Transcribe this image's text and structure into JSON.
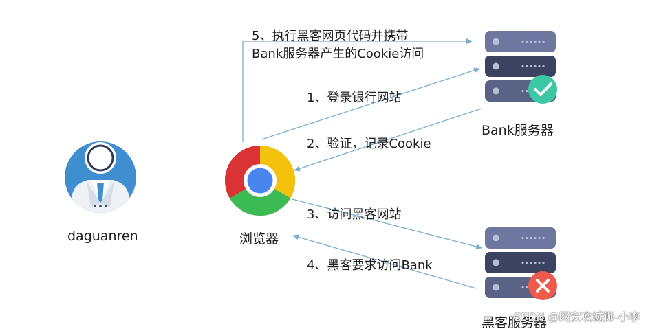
{
  "nodes": {
    "user": "daguanren",
    "browser": "浏览器",
    "bank_server": "Bank服务器",
    "hacker_server": "黑客服务器"
  },
  "steps": {
    "step5_line1": "5、执行黑客网页代码并携带",
    "step5_line2": "Bank服务器产生的Cookie访问",
    "step1": "1、登录银行网站",
    "step2": "2、验证，记录Cookie",
    "step3": "3、访问黑客网站",
    "step4": "4、黑客要求访问Bank"
  },
  "watermark": "CSDN @网安攻城狮-小李",
  "colors": {
    "arrow": "#7aaed0",
    "server_dark": "#3b4361",
    "server_mid": "#5a6385",
    "server_light": "#6e77a0",
    "check_green": "#3cc8a4",
    "cross_red": "#ee5a4c",
    "avatar_blue": "#3f8fd0"
  }
}
